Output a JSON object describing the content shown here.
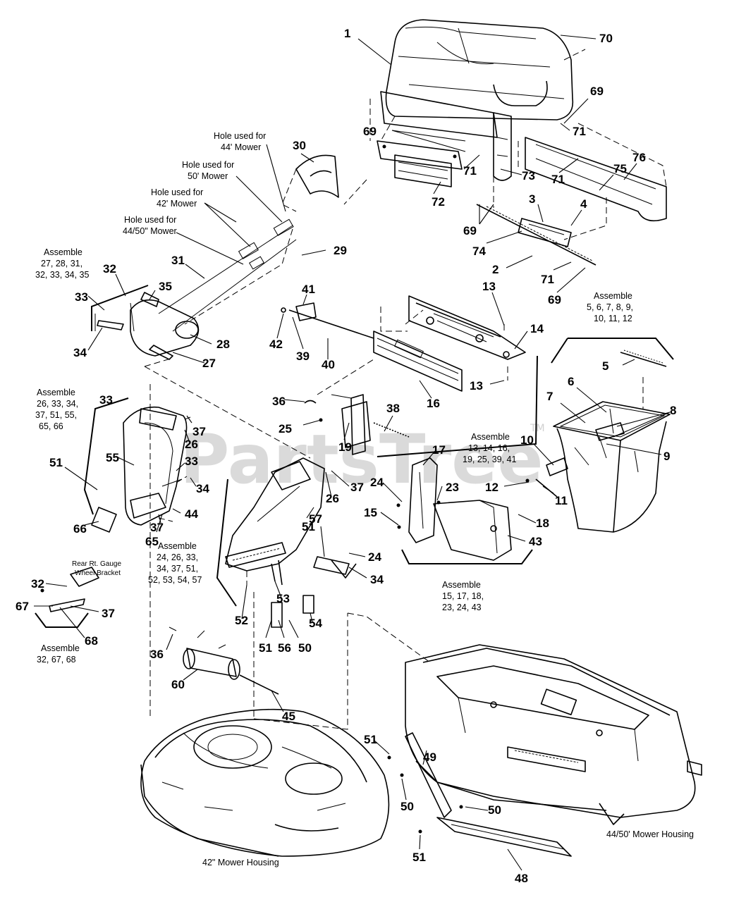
{
  "watermark": {
    "text": "PartsTree",
    "tm": "TM"
  },
  "part_numbers": {
    "n1": "1",
    "n70": "70",
    "n69a": "69",
    "n69b": "69",
    "n71a": "71",
    "n71b": "71",
    "n71c": "71",
    "n71d": "71",
    "n72": "72",
    "n73": "73",
    "n69c": "69",
    "n75": "75",
    "n76": "76",
    "n3": "3",
    "n4": "4",
    "n74": "74",
    "n2": "2",
    "n69d": "69",
    "n30": "30",
    "n29": "29",
    "n31": "31",
    "n32a": "32",
    "n33a": "33",
    "n35": "35",
    "n34a": "34",
    "n28": "28",
    "n27": "27",
    "n41": "41",
    "n42": "42",
    "n39": "39",
    "n40": "40",
    "n13a": "13",
    "n14": "14",
    "n16": "16",
    "n13b": "13",
    "n36a": "36",
    "n25": "25",
    "n19": "19",
    "n38": "38",
    "n5": "5",
    "n6": "6",
    "n7": "7",
    "n8": "8",
    "n9": "9",
    "n10": "10",
    "n12": "12",
    "n11": "11",
    "n33b": "33",
    "n37a": "37",
    "n26a": "26",
    "n55": "55",
    "n51a": "51",
    "n33c": "33",
    "n34b": "34",
    "n66": "66",
    "n37b": "37",
    "n44": "44",
    "n65": "65",
    "n17": "17",
    "n24a": "24",
    "n23": "23",
    "n15": "15",
    "n18": "18",
    "n43": "43",
    "n26b": "26",
    "n37c": "37",
    "n57": "57",
    "n51b": "51",
    "n24b": "24",
    "n34c": "34",
    "n53": "53",
    "n52": "52",
    "n54": "54",
    "n51c": "51",
    "n56": "56",
    "n50a": "50",
    "n32b": "32",
    "n67": "67",
    "n37d": "37",
    "n68": "68",
    "n36b": "36",
    "n60": "60",
    "n45": "45",
    "n51d": "51",
    "n49": "49",
    "n50b": "50",
    "n50c": "50",
    "n51e": "51",
    "n48": "48"
  },
  "notes": {
    "hole44_l1": "Hole used for",
    "hole44_l2": "44' Mower",
    "hole50_l1": "Hole used for",
    "hole50_l2": "50' Mower",
    "hole42_l1": "Hole used for",
    "hole42_l2": "42' Mower",
    "hole4450_l1": "Hole used for",
    "hole4450_l2": "44/50\" Mower",
    "asm_a_l1": "Assemble",
    "asm_a_l2": "27, 28, 31,",
    "asm_a_l3": "32, 33, 34, 35",
    "asm_b_l1": "Assemble",
    "asm_b_l2": "5, 6, 7, 8, 9,",
    "asm_b_l3": "10, 11, 12",
    "asm_c_l1": "Assemble",
    "asm_c_l2": "26, 33, 34,",
    "asm_c_l3": "37, 51, 55,",
    "asm_c_l4": "65, 66",
    "asm_d_l1": "Assemble",
    "asm_d_l2": "13, 14, 16,",
    "asm_d_l3": "19, 25, 39, 41",
    "asm_e_l1": "Assemble",
    "asm_e_l2": "24, 26, 33,",
    "asm_e_l3": "34, 37, 51,",
    "asm_e_l4": "52, 53, 54, 57",
    "asm_f_l1": "Assemble",
    "asm_f_l2": "15, 17, 18,",
    "asm_f_l3": "23, 24, 43",
    "asm_g_l1": "Assemble",
    "asm_g_l2": "32, 67, 68",
    "bracket_l1": "Rear Rt. Gauge",
    "bracket_l2": "Wheel Bracket"
  },
  "captions": {
    "housing42": "42\" Mower Housing",
    "housing4450": "44/50' Mower Housing"
  }
}
